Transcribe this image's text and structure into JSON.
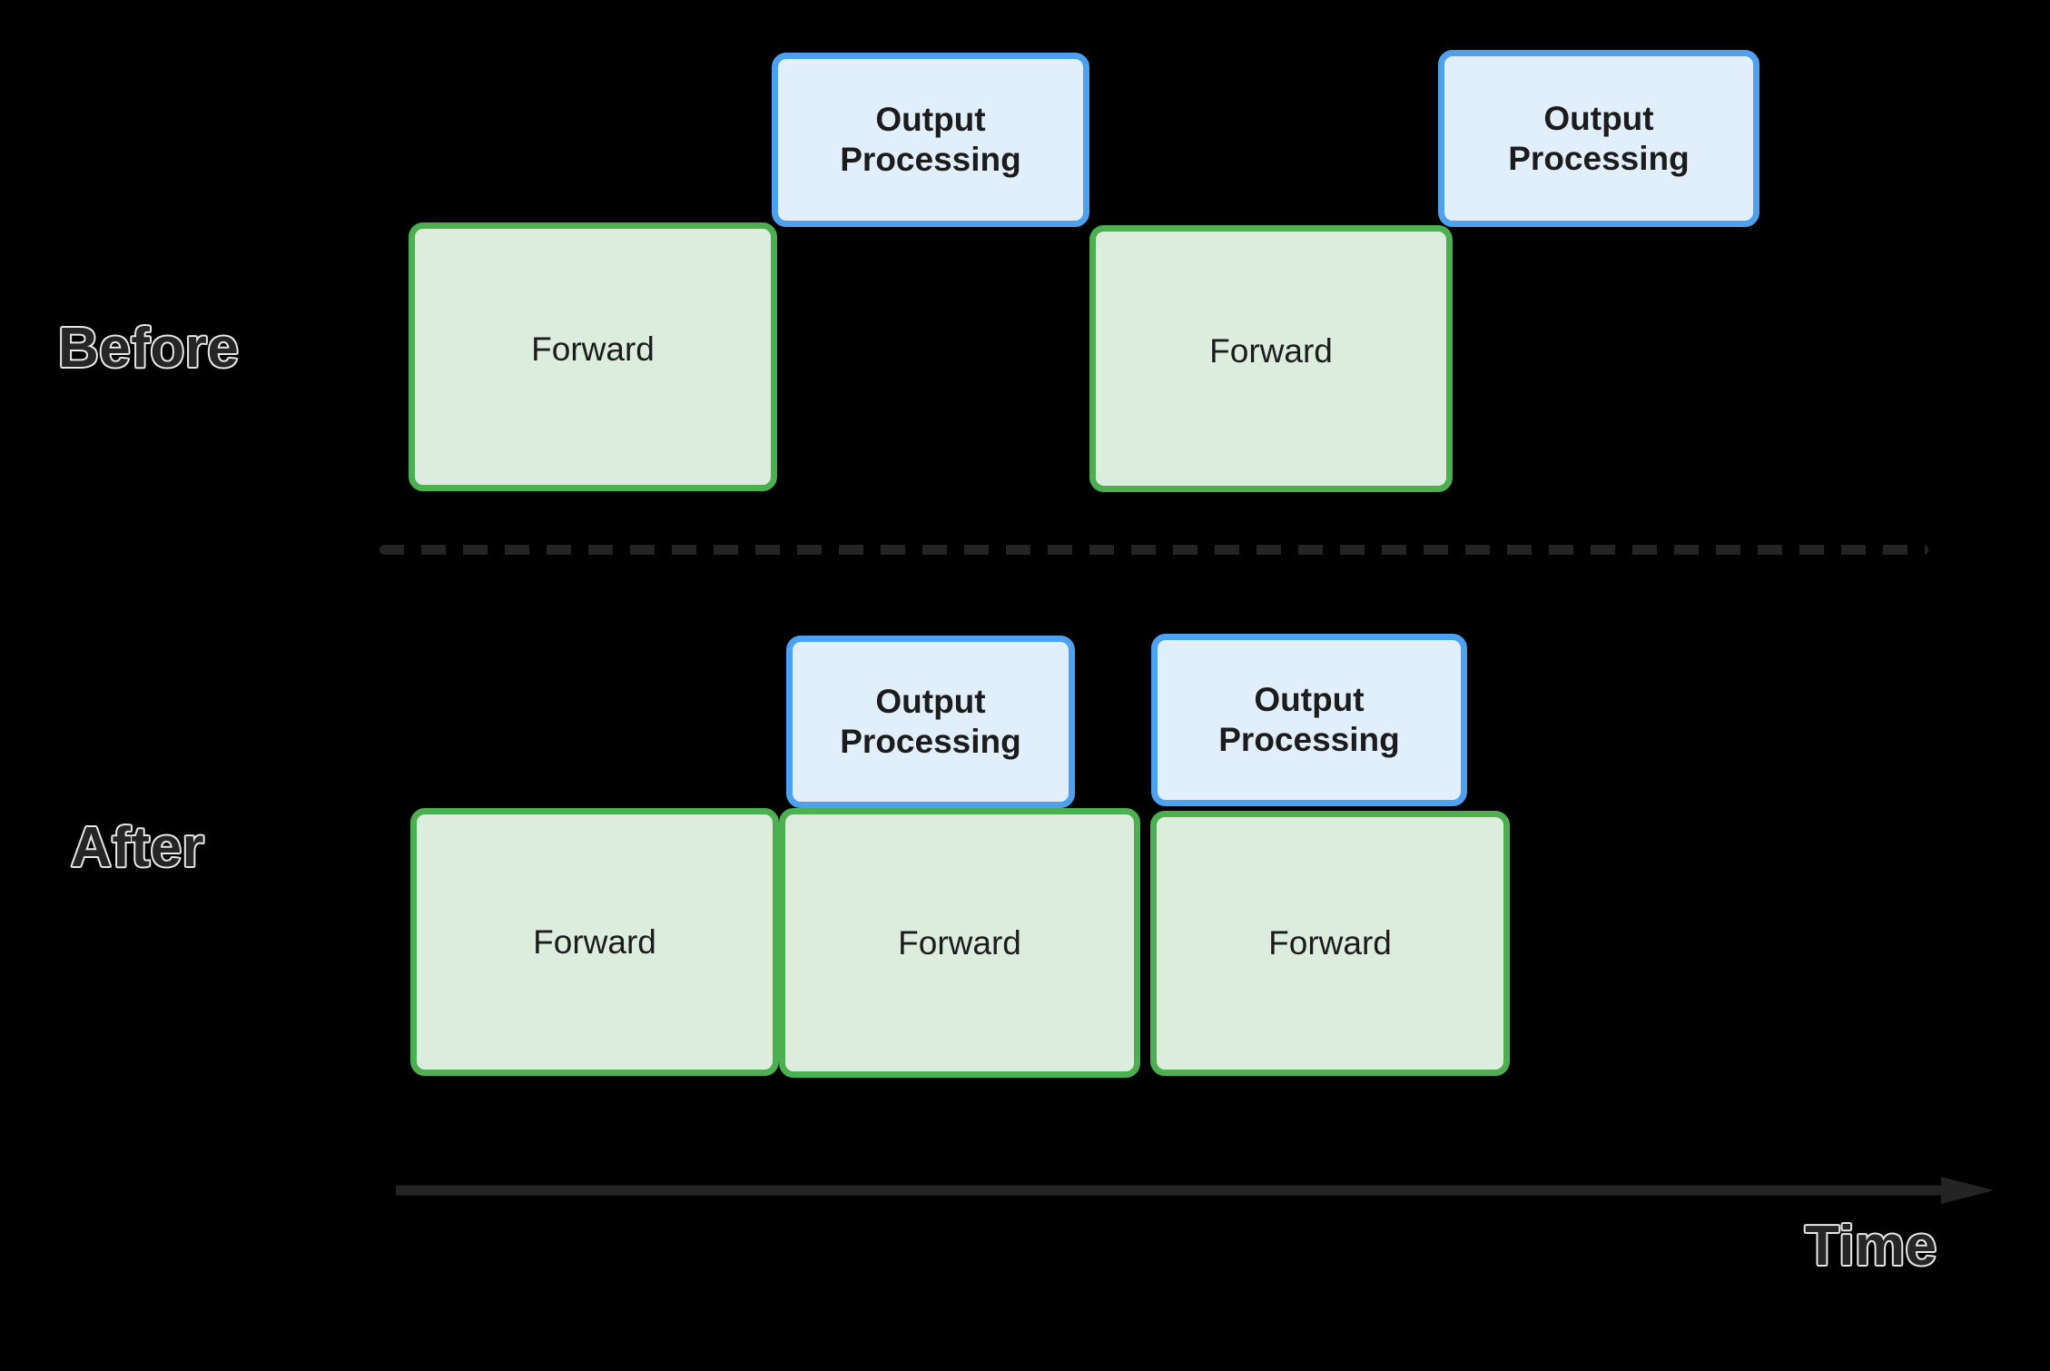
{
  "diagram": {
    "title": "Before and After pipeline timeline",
    "background_color": "#000000",
    "axis": {
      "label": "Time",
      "arrow_direction": "right"
    },
    "divider": {
      "style": "dashed",
      "color": "#242424"
    },
    "colors": {
      "forward_fill": "#dcedde",
      "forward_border": "#4caf50",
      "output_fill": "#e1eefb",
      "output_border": "#4ea1ef",
      "box_text": "#1c1c1c",
      "label_text": "#262626",
      "label_outline": "#f2f2f2"
    },
    "rows": [
      {
        "name": "before",
        "label": "Before",
        "forward_blocks": [
          {
            "label": "Forward"
          },
          {
            "label": "Forward"
          }
        ],
        "output_blocks": [
          {
            "label_line1": "Output",
            "label_line2": "Processing"
          },
          {
            "label_line1": "Output",
            "label_line2": "Processing"
          }
        ]
      },
      {
        "name": "after",
        "label": "After",
        "forward_blocks": [
          {
            "label": "Forward"
          },
          {
            "label": "Forward"
          },
          {
            "label": "Forward"
          }
        ],
        "output_blocks": [
          {
            "label_line1": "Output",
            "label_line2": "Processing"
          },
          {
            "label_line1": "Output",
            "label_line2": "Processing"
          }
        ]
      }
    ]
  }
}
